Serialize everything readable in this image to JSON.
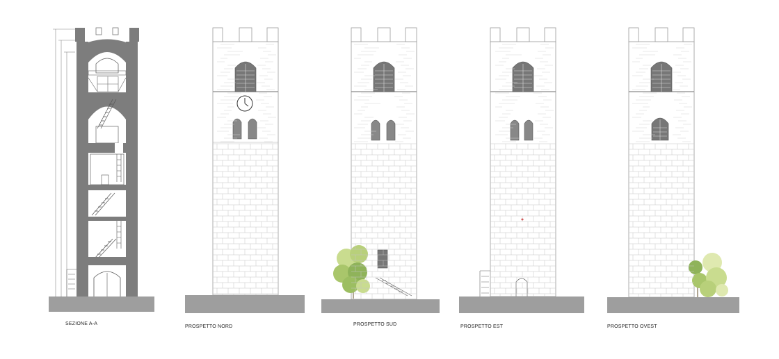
{
  "drawings": [
    {
      "id": "section",
      "label": "SEZIONE A-A"
    },
    {
      "id": "north",
      "label": "PROSPETTO NORD"
    },
    {
      "id": "south",
      "label": "PROSPETTO SUD"
    },
    {
      "id": "east",
      "label": "PROSPETTO EST"
    },
    {
      "id": "west",
      "label": "PROSPETTO OVEST"
    }
  ],
  "colors": {
    "line": "#9a9a9a",
    "dark": "#6a6a6a",
    "section_fill": "#7d7d7d",
    "ground": "#9e9e9e",
    "tree_light": "#c9dc8f",
    "tree_dark": "#8fb35a",
    "marker": "#d23a3a"
  }
}
